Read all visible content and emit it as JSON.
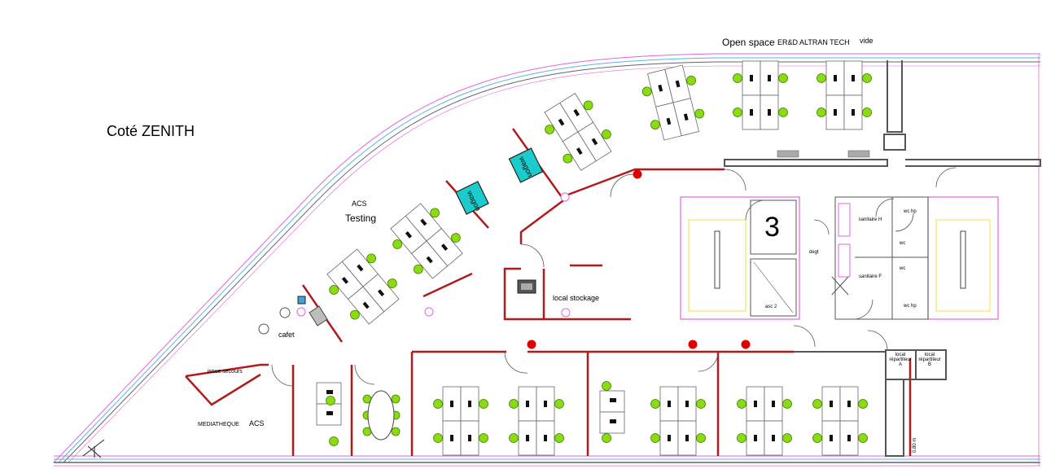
{
  "labels": {
    "title": "Coté ZENITH",
    "open_space": "Open space",
    "erd_altran_top": "ER&D ALTRAN TECH",
    "vide": "vide",
    "acs_top": "ACS",
    "testing": "Testing",
    "wagon_1": "wagon",
    "wagon_2": "wagon",
    "cafet": "cafet",
    "local_stockage": "local stockage",
    "issue_secours": "issue secours",
    "mediatheque": "MEDIATHEQUE",
    "acs_bottom": "ACS",
    "room_number": "3",
    "asc": "asc 2",
    "degt": "degt",
    "wc_hp_top": "wc hp",
    "wc_1": "wc",
    "wc_2": "wc",
    "wc_hp_bottom": "wc hp",
    "sanitaire_h": "sanitaire H",
    "sanitaire_f": "sanitaire F",
    "local_repartiteur_a": "local répartiteur A",
    "local_repartiteur_b": "local répartiteur B",
    "dimension": "0.80 m"
  },
  "colors": {
    "wall": "#b01c1c",
    "outline": "#444444",
    "magenta": "#e066e0",
    "chair": "#88dd10",
    "cyan": "#1ccccc",
    "marker": "#e00000",
    "stair": "#f2e040"
  }
}
